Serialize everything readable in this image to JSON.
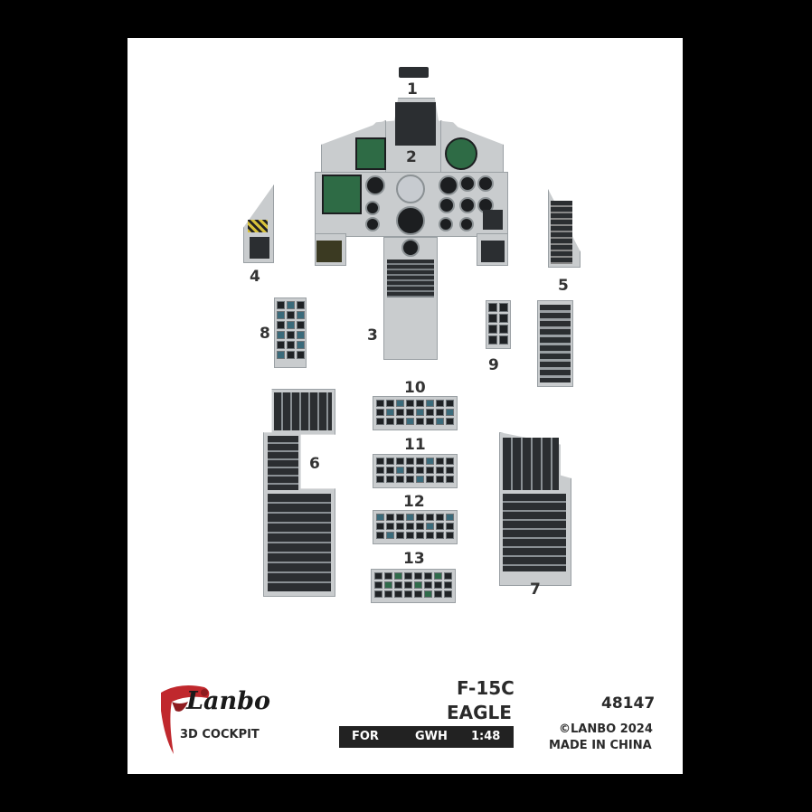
{
  "part_numbers": [
    "1",
    "2",
    "3",
    "4",
    "5",
    "6",
    "7",
    "8",
    "9",
    "10",
    "11",
    "12",
    "13"
  ],
  "product": {
    "model": "F-15C",
    "name": "EAGLE",
    "code": "48147",
    "for_label": "FOR",
    "kit_brand": "GWH",
    "scale": "1:48",
    "copyright": "©LANBO 2024",
    "origin": "MADE IN CHINA"
  },
  "brand": {
    "logo_text": "Lanbo",
    "subtitle": "3D COCKPIT"
  },
  "colors": {
    "panel_grey": "#c9ccce",
    "mfd_green": "#2e6b45",
    "logo_red": "#c0282d",
    "background": "#000000"
  }
}
